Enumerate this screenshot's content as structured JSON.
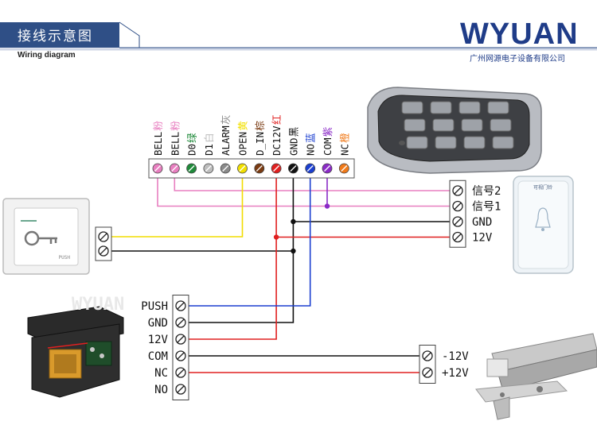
{
  "header": {
    "title": "接线示意图",
    "subtitle": "Wiring diagram",
    "brand": "WYUAN",
    "company": "广州网源电子设备有限公司",
    "watermark": "WYUAN"
  },
  "keypad_pins": [
    {
      "label": "BELL",
      "color_name": "粉",
      "color": "#e87fc0"
    },
    {
      "label": "BELL",
      "color_name": "粉",
      "color": "#e87fc0"
    },
    {
      "label": "D0",
      "color_name": "绿",
      "color": "#1f8a3a"
    },
    {
      "label": "D1",
      "color_name": "白",
      "color": "#bdbdbd"
    },
    {
      "label": "ALARM",
      "color_name": "灰",
      "color": "#8a8a8a"
    },
    {
      "label": "OPEN",
      "color_name": "黄",
      "color": "#f2e000"
    },
    {
      "label": "D_IN",
      "color_name": "棕",
      "color": "#7a3b12"
    },
    {
      "label": "DC12V",
      "color_name": "红",
      "color": "#e02020"
    },
    {
      "label": "GND",
      "color_name": "黑",
      "color": "#111111"
    },
    {
      "label": "NO",
      "color_name": "蓝",
      "color": "#1b3fd0"
    },
    {
      "label": "COM",
      "color_name": "紫",
      "color": "#8b2bc7"
    },
    {
      "label": "NC",
      "color_name": "橙",
      "color": "#f07a1a"
    }
  ],
  "doorbell_terminals": [
    "信号2",
    "信号1",
    "GND",
    "12V"
  ],
  "power_terminals": [
    "PUSH",
    "GND",
    "12V",
    "COM",
    "NC",
    "NO"
  ],
  "lock_terminals": [
    "-12V",
    "+12V"
  ],
  "exit_button": {
    "text": "PUSH"
  },
  "doorbell_device": {
    "text": "可视门铃"
  },
  "wire_colors": {
    "yellow": "#f2dd00",
    "red": "#e02020",
    "black": "#111111",
    "blue": "#1b3fd0",
    "purple": "#8b2bc7",
    "pink": "#e87fc0"
  }
}
